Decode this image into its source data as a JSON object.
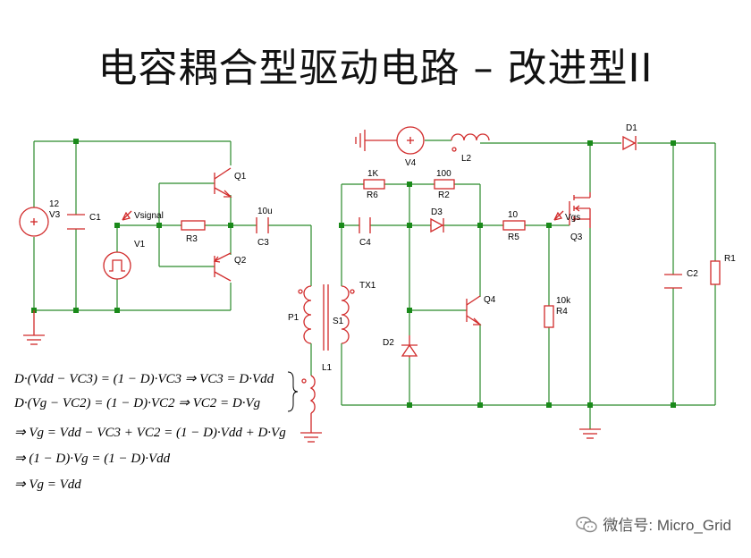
{
  "title": "电容耦合型驱动电路 – 改进型II",
  "labels": {
    "v3_value": "12",
    "v3": "V3",
    "c1": "C1",
    "v1": "V1",
    "vsignal": "Vsignal",
    "r3": "R3",
    "q1": "Q1",
    "q2": "Q2",
    "c3_value": "10u",
    "c3": "C3",
    "p1": "P1",
    "s1": "S1",
    "tx1": "TX1",
    "l1": "L1",
    "v4": "V4",
    "l2": "L2",
    "d1": "D1",
    "r6_value": "1K",
    "r6": "R6",
    "r2_value": "100",
    "r2": "R2",
    "c4": "C4",
    "d3": "D3",
    "r5_value": "10",
    "r5": "R5",
    "vgs": "Vgs",
    "q3": "Q3",
    "q4": "Q4",
    "d2": "D2",
    "r4_value": "10k",
    "r4": "R4",
    "c2": "C2",
    "r1": "R1"
  },
  "equations": [
    "D·(Vdd − VC3) = (1 − D)·VC3 ⇒ VC3 = D·Vdd",
    "D·(Vg − VC2) = (1 − D)·VC2 ⇒ VC2 = D·Vg",
    "⇒ Vg = Vdd − VC3 + VC2 = (1 − D)·Vdd + D·Vg",
    "⇒ (1 − D)·Vg = (1 − D)·Vdd",
    "⇒ Vg = Vdd"
  ],
  "watermark": "微信号: Micro_Grid",
  "colors": {
    "wire": "#2a8a2a",
    "component": "#d12a2a",
    "node": "#1a8a1a"
  }
}
